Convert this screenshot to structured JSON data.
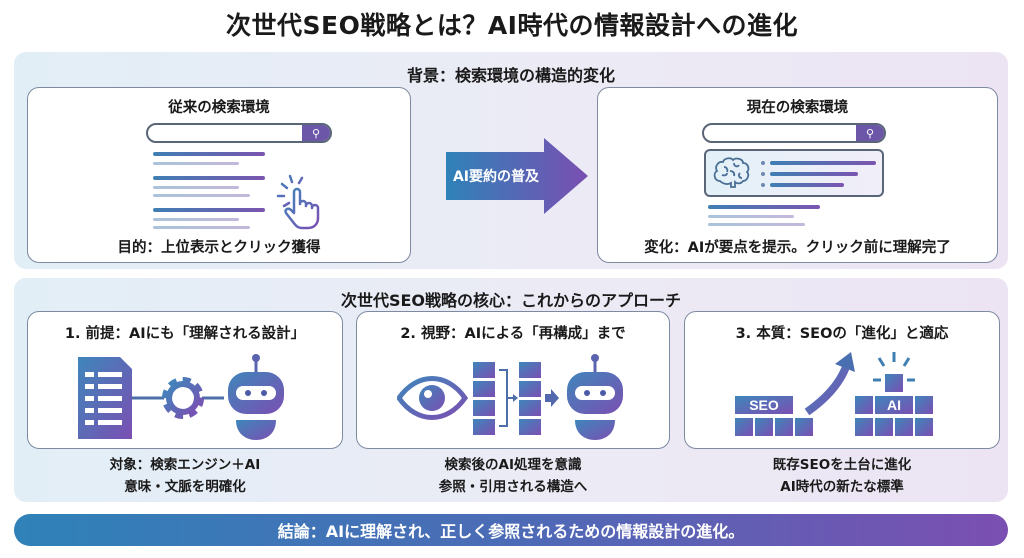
{
  "title": "次世代SEO戦略とは？AI時代の情報設計への進化",
  "background": {
    "heading": "背景：検索環境の構造的変化",
    "before": {
      "title": "従来の検索環境",
      "caption": "目的：上位表示とクリック獲得",
      "icons": [
        "search-icon",
        "pointer-hand-icon"
      ]
    },
    "arrow_label": "AI要約の普及",
    "after": {
      "title": "現在の検索環境",
      "caption": "変化：AIが要点を提示。クリック前に理解完了",
      "icons": [
        "search-icon",
        "brain-icon"
      ]
    }
  },
  "core": {
    "heading": "次世代SEO戦略の核心：これからのアプローチ",
    "cards": [
      {
        "title": "1. 前提：AIにも「理解される設計」",
        "lines": [
          "対象：検索エンジン＋AI",
          "意味・文脈を明確化"
        ],
        "icons": [
          "document-icon",
          "gear-icon",
          "robot-icon"
        ]
      },
      {
        "title": "2. 視野：AIによる「再構成」まで",
        "lines": [
          "検索後のAI処理を意識",
          "参照・引用される構造へ"
        ],
        "icons": [
          "eye-icon",
          "blocks-icon",
          "robot-icon"
        ]
      },
      {
        "title": "3. 本質：SEOの「進化」と適応",
        "lines": [
          "既存SEOを土台に進化",
          "AI時代の新たな標準"
        ],
        "badges": [
          "SEO",
          "AI"
        ],
        "icons": [
          "blocks-icon",
          "up-arrow-icon"
        ]
      }
    ]
  },
  "conclusion": "結論：AIに理解され、正しく参照されるための情報設計の進化。",
  "colors": {
    "blue": "#3f7fb3",
    "purple": "#7a55b0"
  }
}
